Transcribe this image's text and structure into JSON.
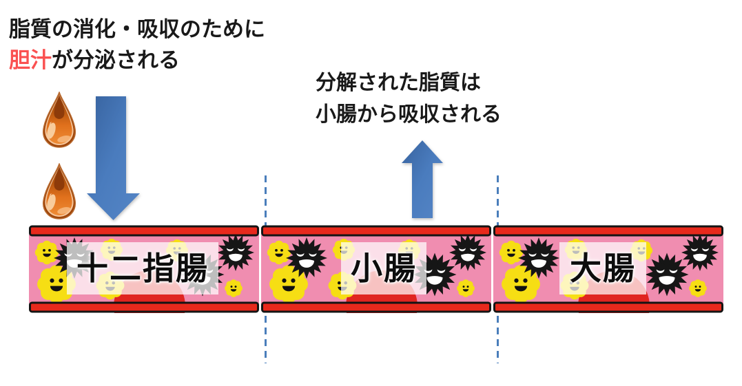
{
  "diagram": {
    "bile_note": {
      "prefix": "脂質の消化・吸収のために",
      "emphasis": "胆汁",
      "suffix": "が分泌される"
    },
    "absorption_note": {
      "line1": "分解された脂質は",
      "line2": "小腸から吸収される"
    },
    "sections": [
      {
        "label": "十二指腸"
      },
      {
        "label": "小腸"
      },
      {
        "label": "大腸"
      }
    ],
    "icons": {
      "bile_drop": "bile-drop-icon",
      "down_arrow": "down-arrow-icon",
      "up_arrow": "up-arrow-icon",
      "microbe_good": "yellow-flower-microbe-icon",
      "microbe_bad": "black-spiky-microbe-icon"
    },
    "colors": {
      "emphasis_red": "#FA5151",
      "arrow_blue": "#4473B5",
      "divider_blue": "#4A7EBB",
      "tube_pink": "#F08DB0",
      "tube_band_red": "#E8291C",
      "tube_outline_black": "#141414",
      "drop_orange": "#E87A24",
      "microbe_yellow": "#F6DE14",
      "microbe_black": "#161616",
      "label_bg": "rgba(255,255,255,0.72)"
    }
  }
}
